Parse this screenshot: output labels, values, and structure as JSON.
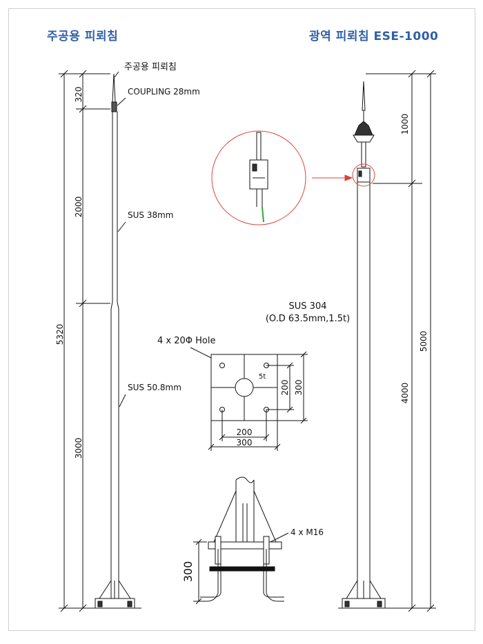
{
  "titles": {
    "left": "주공용 피뢰침",
    "right": "광역 피뢰침 ESE-1000"
  },
  "left_pole": {
    "tip_label": "주공용 피뢰침",
    "coupling_label": "COUPLING 28mm",
    "upper_pipe_label": "SUS 38mm",
    "lower_pipe_label": "SUS 50.8mm",
    "dims": {
      "total": "5320",
      "seg1": "320",
      "seg2": "2000",
      "seg3": "3000"
    }
  },
  "right_pole": {
    "dims": {
      "top": "1000",
      "lower": "4000",
      "total": "5000"
    }
  },
  "base_plate": {
    "material": "SUS 304",
    "spec": "(O.D 63.5mm,1.5t)",
    "hole_label": "4 x 20Φ Hole",
    "thickness": "5t",
    "dim_inner_v": "200",
    "dim_outer_v": "300",
    "dim_inner_h": "200",
    "dim_outer_h": "300"
  },
  "anchor": {
    "bolt_label": "4 x M16",
    "depth": "300"
  },
  "colors": {
    "title": "#2f5fa8",
    "callout_circle": "#d9453a",
    "ground_wire": "#2fa83a"
  }
}
